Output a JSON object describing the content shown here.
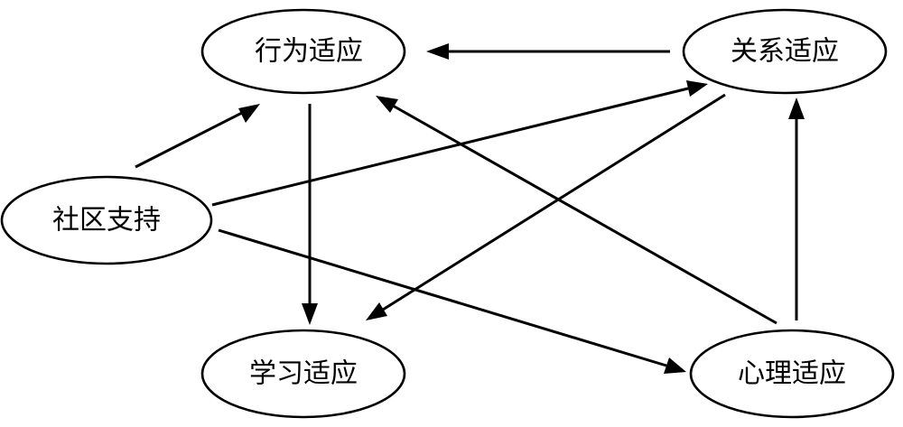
{
  "diagram": {
    "nodes": [
      {
        "id": "behavior",
        "label": "行为适应"
      },
      {
        "id": "relation",
        "label": "关系适应"
      },
      {
        "id": "community",
        "label": "社区支持"
      },
      {
        "id": "learning",
        "label": "学习适应"
      },
      {
        "id": "psych",
        "label": "心理适应"
      }
    ],
    "edges": [
      {
        "from": "relation",
        "to": "behavior"
      },
      {
        "from": "community",
        "to": "behavior"
      },
      {
        "from": "community",
        "to": "relation"
      },
      {
        "from": "community",
        "to": "psych"
      },
      {
        "from": "behavior",
        "to": "learning"
      },
      {
        "from": "relation",
        "to": "learning"
      },
      {
        "from": "psych",
        "to": "behavior"
      },
      {
        "from": "psych",
        "to": "relation"
      }
    ]
  }
}
